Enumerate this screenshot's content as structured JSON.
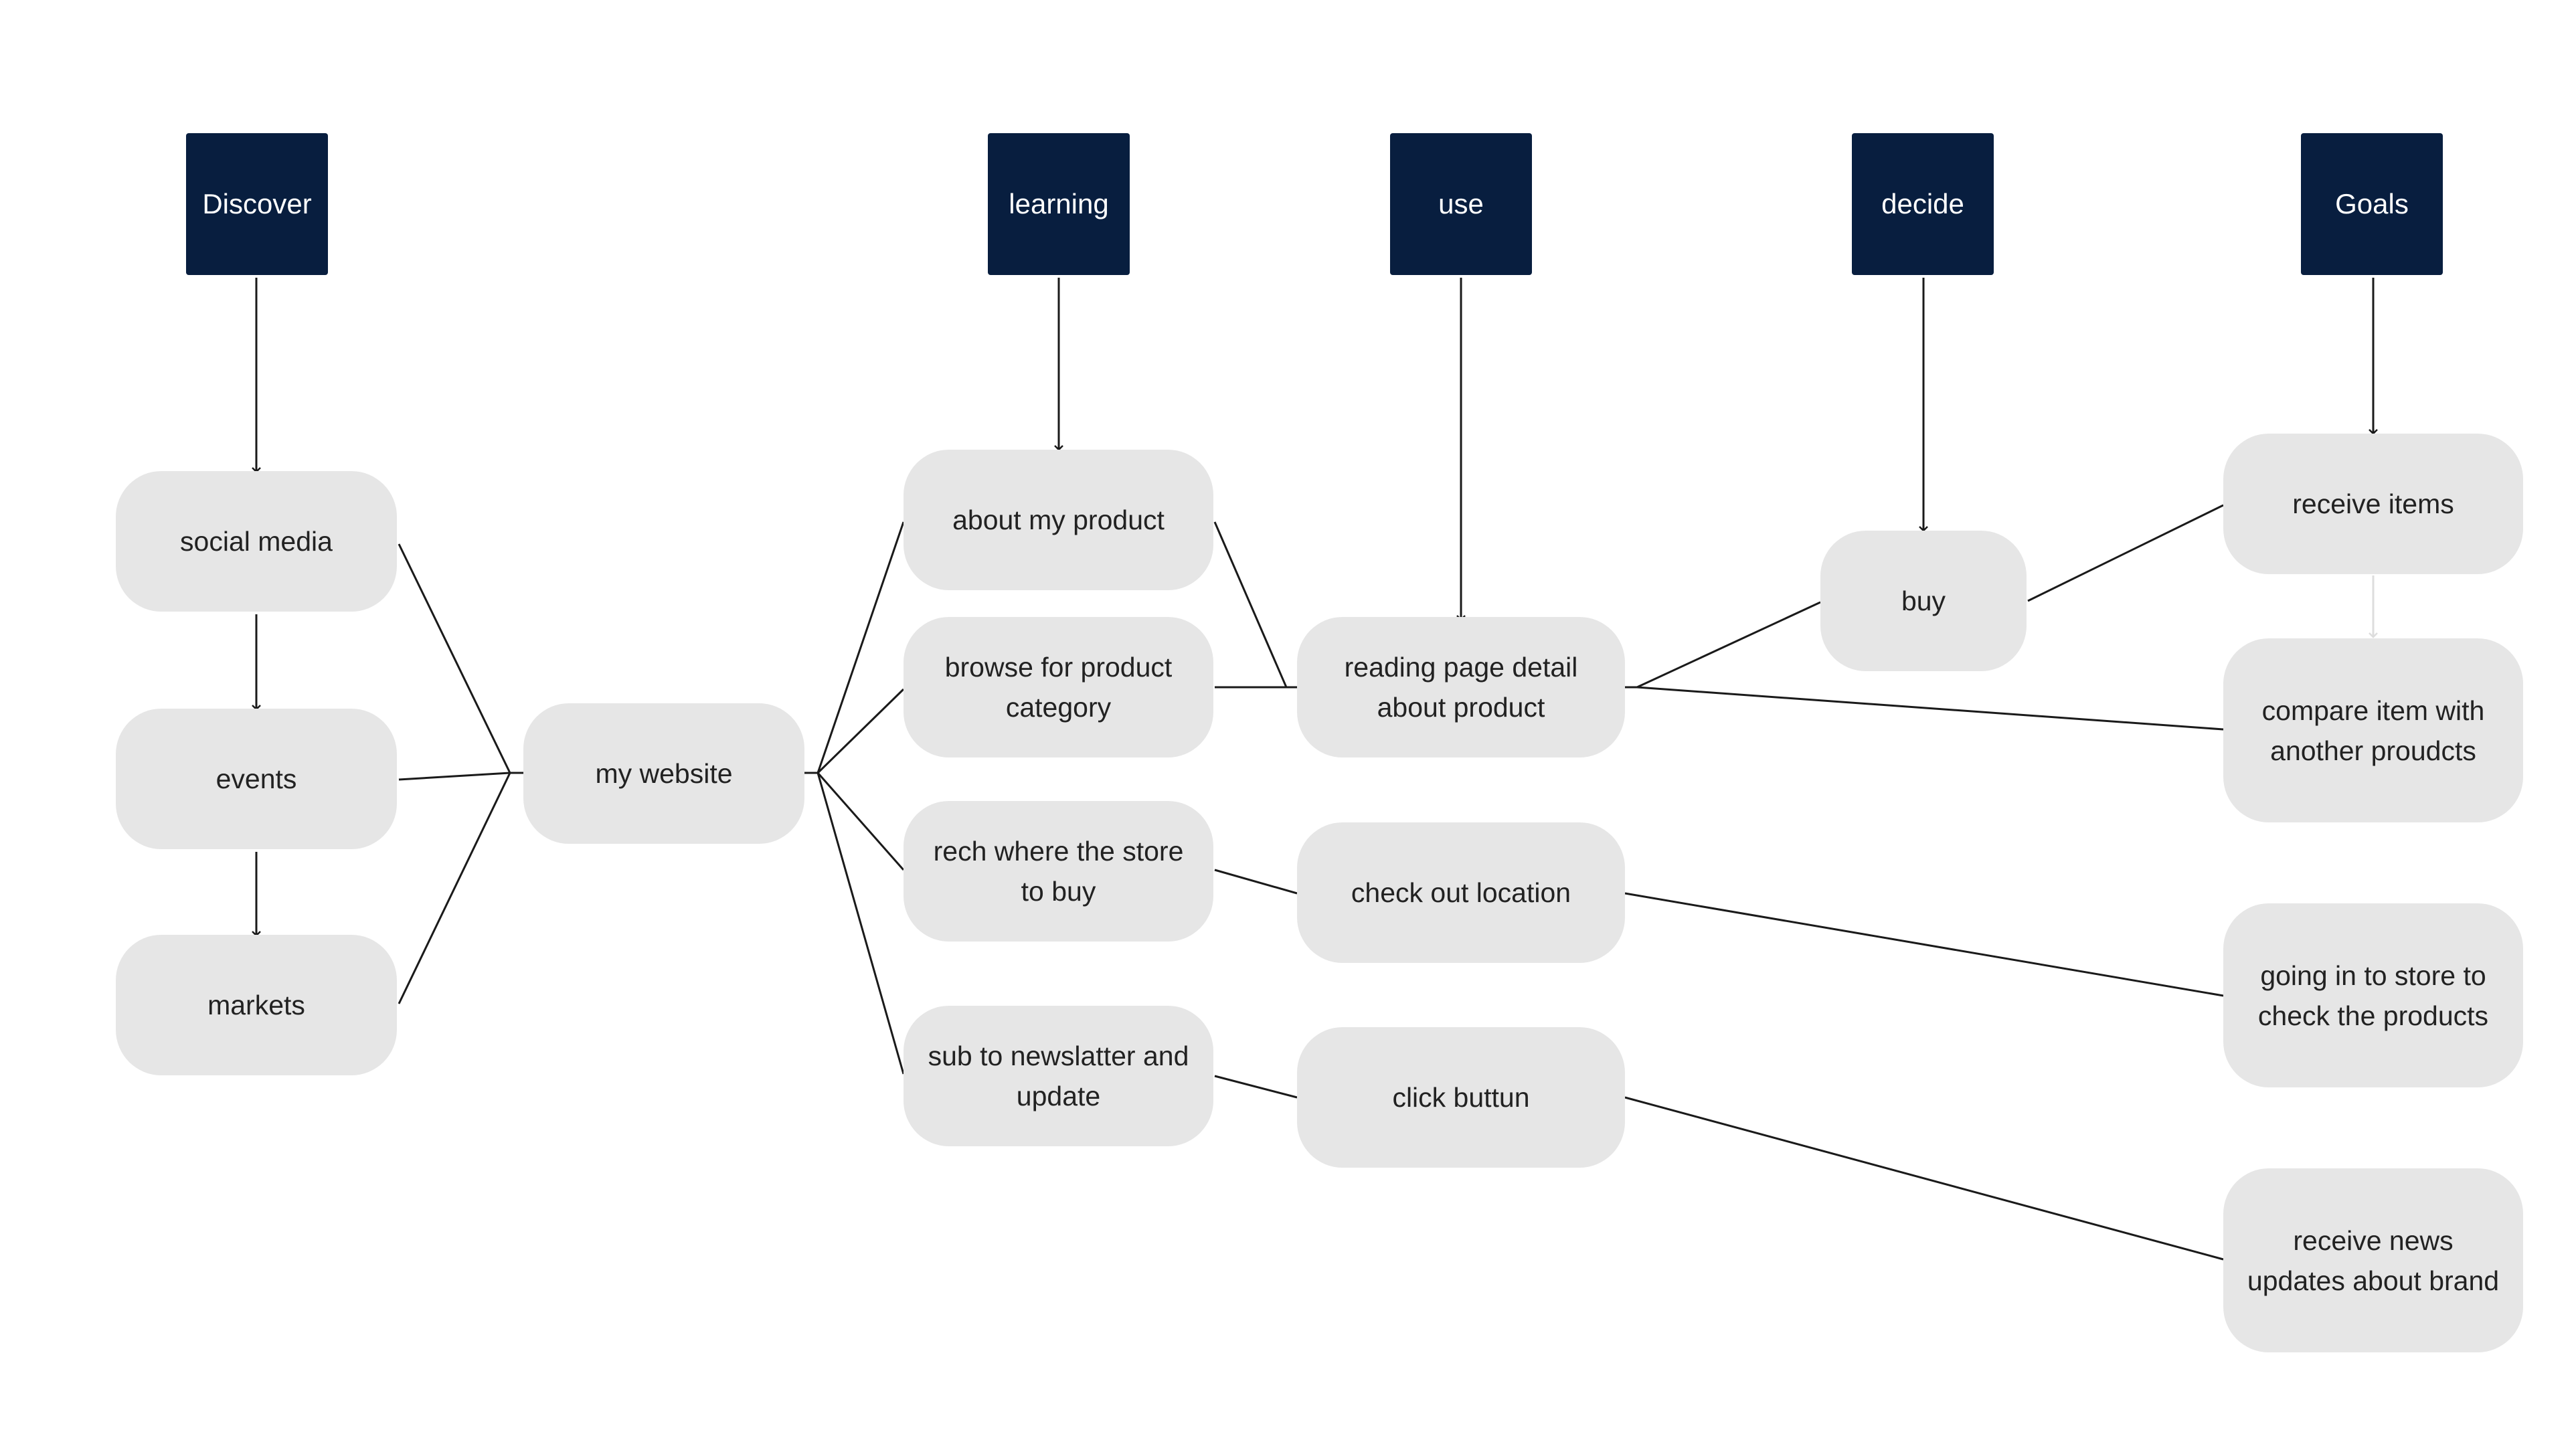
{
  "headers": {
    "discover": "Discover",
    "learning": "learning",
    "use": "use",
    "decide": "decide",
    "goals": "Goals"
  },
  "nodes": {
    "social_media": "social media",
    "events": "events",
    "markets": "markets",
    "my_website": "my website",
    "about_my_product": "about my product",
    "browse_product_category": "browse for product\ncategory",
    "rech_where_store": "rech where the store\nto buy",
    "sub_newsletter": "sub to newslatter and\nupdate",
    "reading_page_detail": "reading page detail\nabout product",
    "check_out_location": "check out location",
    "click_buttun": "click buttun",
    "buy": "buy",
    "receive_items": "receive items",
    "compare_item": "compare item with\nanother proudcts",
    "going_in_store": "going in to store to\ncheck the products",
    "receive_news": "receive news\nupdates about brand"
  },
  "colors": {
    "header_fill": "#081e3f",
    "header_text": "#ffffff",
    "node_fill": "#e6e6e6",
    "node_text": "#222222",
    "connector": "#1a1a1a",
    "faint_connector": "#dddddd"
  }
}
